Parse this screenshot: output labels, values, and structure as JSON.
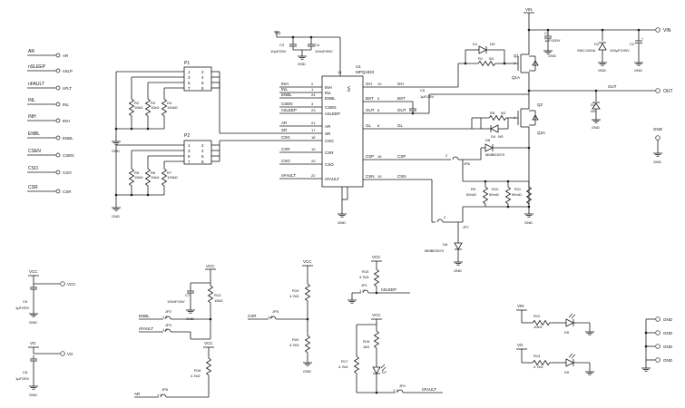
{
  "left_signals": [
    {
      "net": "AR",
      "pin": "AR"
    },
    {
      "net": "nSLEEP",
      "pin": "nSLP"
    },
    {
      "net": "nFAULT",
      "pin": "nFLT"
    },
    {
      "net": "INL",
      "pin": "INL"
    },
    {
      "net": "INH",
      "pin": "INH"
    },
    {
      "net": "ENBL",
      "pin": "ENBL"
    },
    {
      "net": "CSEN",
      "pin": "CSEN"
    },
    {
      "net": "CSO",
      "pin": "CSO"
    },
    {
      "net": "CSR",
      "pin": "CSR"
    }
  ],
  "p1": {
    "ref": "P1",
    "pins_left": [
      "1",
      "3",
      "5",
      "7"
    ],
    "pins_right": [
      "2",
      "4",
      "6",
      "8"
    ],
    "resistors": [
      {
        "ref": "R2",
        "value": "10kΩ"
      },
      {
        "ref": "R3",
        "value": "10kΩ"
      },
      {
        "ref": "R4",
        "value": "100kΩ"
      }
    ],
    "gnd": "GND"
  },
  "p2": {
    "ref": "P2",
    "pins_left": [
      "1",
      "3",
      "5",
      "7"
    ],
    "pins_right": [
      "2",
      "4",
      "6",
      "8"
    ],
    "resistors": [
      {
        "ref": "R5",
        "value": "10kΩ"
      },
      {
        "ref": "R6",
        "value": "10kΩ"
      },
      {
        "ref": "R7",
        "value": "100kΩ"
      }
    ],
    "gnd": "GND"
  },
  "caps_top": {
    "net": "VG",
    "c3": {
      "ref": "C3",
      "value": "10µF/25V"
    },
    "c4": {
      "ref": "C4",
      "value": "100nF/50V"
    },
    "gnd": "GND"
  },
  "u1": {
    "ref": "U1",
    "part": "MPQ1922",
    "vg_label": "VG",
    "left_pins": [
      {
        "name": "INH",
        "num": "2"
      },
      {
        "name": "INL",
        "num": "1"
      },
      {
        "name": "ENBL",
        "num": "24"
      },
      {
        "name": "CSEN",
        "num": "3"
      },
      {
        "name": "nSLEEP",
        "num": "23"
      },
      {
        "name": "AR",
        "num": "21"
      },
      {
        "name": "SR",
        "num": "17"
      },
      {
        "name": "CSG",
        "num": "18"
      },
      {
        "name": "CSR",
        "num": "19"
      },
      {
        "name": "CSO",
        "num": "20"
      },
      {
        "name": "nFAULT",
        "num": "22"
      }
    ],
    "right_pins": [
      {
        "name": "GH",
        "num": "10"
      },
      {
        "name": "BST",
        "num": "9"
      },
      {
        "name": "OUT",
        "num": "8"
      },
      {
        "name": "GL",
        "num": "6"
      },
      {
        "name": "CSP",
        "num": "16"
      },
      {
        "name": "CSN",
        "num": "15"
      }
    ],
    "inner_pins": [
      {
        "name": "INH"
      },
      {
        "name": "INL"
      },
      {
        "name": "ENBL"
      },
      {
        "name": "CSEN"
      },
      {
        "name": "nSLEEP"
      },
      {
        "name": "AR"
      },
      {
        "name": "SR"
      },
      {
        "name": "CSG"
      },
      {
        "name": "CSR"
      },
      {
        "name": "CSO"
      },
      {
        "name": "nFAULT"
      }
    ],
    "top_pin": "14",
    "gnd": "GND"
  },
  "power": {
    "vin": "VIN",
    "out": "OUT",
    "c1": {
      "ref": "C1",
      "value": "1µF/100V"
    },
    "c2": {
      "ref": "C2",
      "value": "100µF/100V"
    },
    "d2": {
      "ref": "D2",
      "value": "SMCJ100A"
    },
    "d3": {
      "ref": "D3",
      "value": "NS"
    },
    "d1": {
      "ref": "D1",
      "value": "NS"
    },
    "r1": {
      "ref": "R1",
      "value": "0Ω"
    },
    "q1": {
      "ref": "Q1",
      "alt": "Q1A"
    },
    "q2": {
      "ref": "Q2",
      "alt": "Q2A"
    },
    "r8": {
      "ref": "R8",
      "value": "0Ω"
    },
    "d4": {
      "ref": "D4",
      "value": "NS"
    },
    "c5": {
      "ref": "C5",
      "value": "1µF/25V"
    },
    "d6": {
      "ref": "D6",
      "value": "MMBD3070"
    },
    "r9": {
      "ref": "R9",
      "value": "50mΩ"
    },
    "r10": {
      "ref": "R10",
      "value": "50mΩ"
    },
    "r11": {
      "ref": "R11",
      "value": "50mΩ"
    },
    "jp6": "JP6",
    "jp7": "JP7",
    "d8": {
      "ref": "D8",
      "value": "MMBD3070"
    },
    "gnd": "GND",
    "gnd_label": "GND"
  },
  "bottom": {
    "vcc": "VCC",
    "vg": "VG",
    "gnd": "GND",
    "c6": {
      "ref": "C6",
      "value": "1µF/25V"
    },
    "c8": {
      "ref": "C8",
      "value": "1µF/25V"
    },
    "c7": {
      "ref": "C7",
      "value": "100nF/16V"
    },
    "r13": {
      "ref": "R13",
      "value": "10kΩ"
    },
    "jp2": {
      "ref": "JP2",
      "net": "ENBL",
      "pins": "1 2"
    },
    "jp3": {
      "ref": "JP3",
      "net": "nFAULT",
      "pins": "1 2"
    },
    "r18": {
      "ref": "R18",
      "value": "4.7kΩ"
    },
    "jp8": {
      "ref": "JP8",
      "net": "AR",
      "pins": "1 2"
    },
    "r19": {
      "ref": "R19",
      "value": "4.7kΩ"
    },
    "r20": {
      "ref": "R20",
      "value": "4.7kΩ"
    },
    "jp5": {
      "ref": "JP5",
      "net": "CSR",
      "pins": "1 2"
    },
    "r15": {
      "ref": "R15",
      "value": "4.7kΩ"
    },
    "jp1": {
      "ref": "JP1",
      "net": "nSLEEP",
      "pins": "1 2"
    },
    "r16": {
      "ref": "R16",
      "value": "1kΩ"
    },
    "r17": {
      "ref": "R17",
      "value": "4.7kΩ"
    },
    "d7": "D7",
    "jp4": {
      "ref": "JP4",
      "net": "nFAULT",
      "pins": "1 2"
    },
    "r12": {
      "ref": "R12",
      "value": "10kΩ"
    },
    "r14": {
      "ref": "R14",
      "value": "4.7kΩ"
    },
    "d5": "D5",
    "d9": "D9",
    "vin": "VIN",
    "gnd_terms": [
      "GND",
      "GND",
      "GND",
      "GND"
    ]
  }
}
